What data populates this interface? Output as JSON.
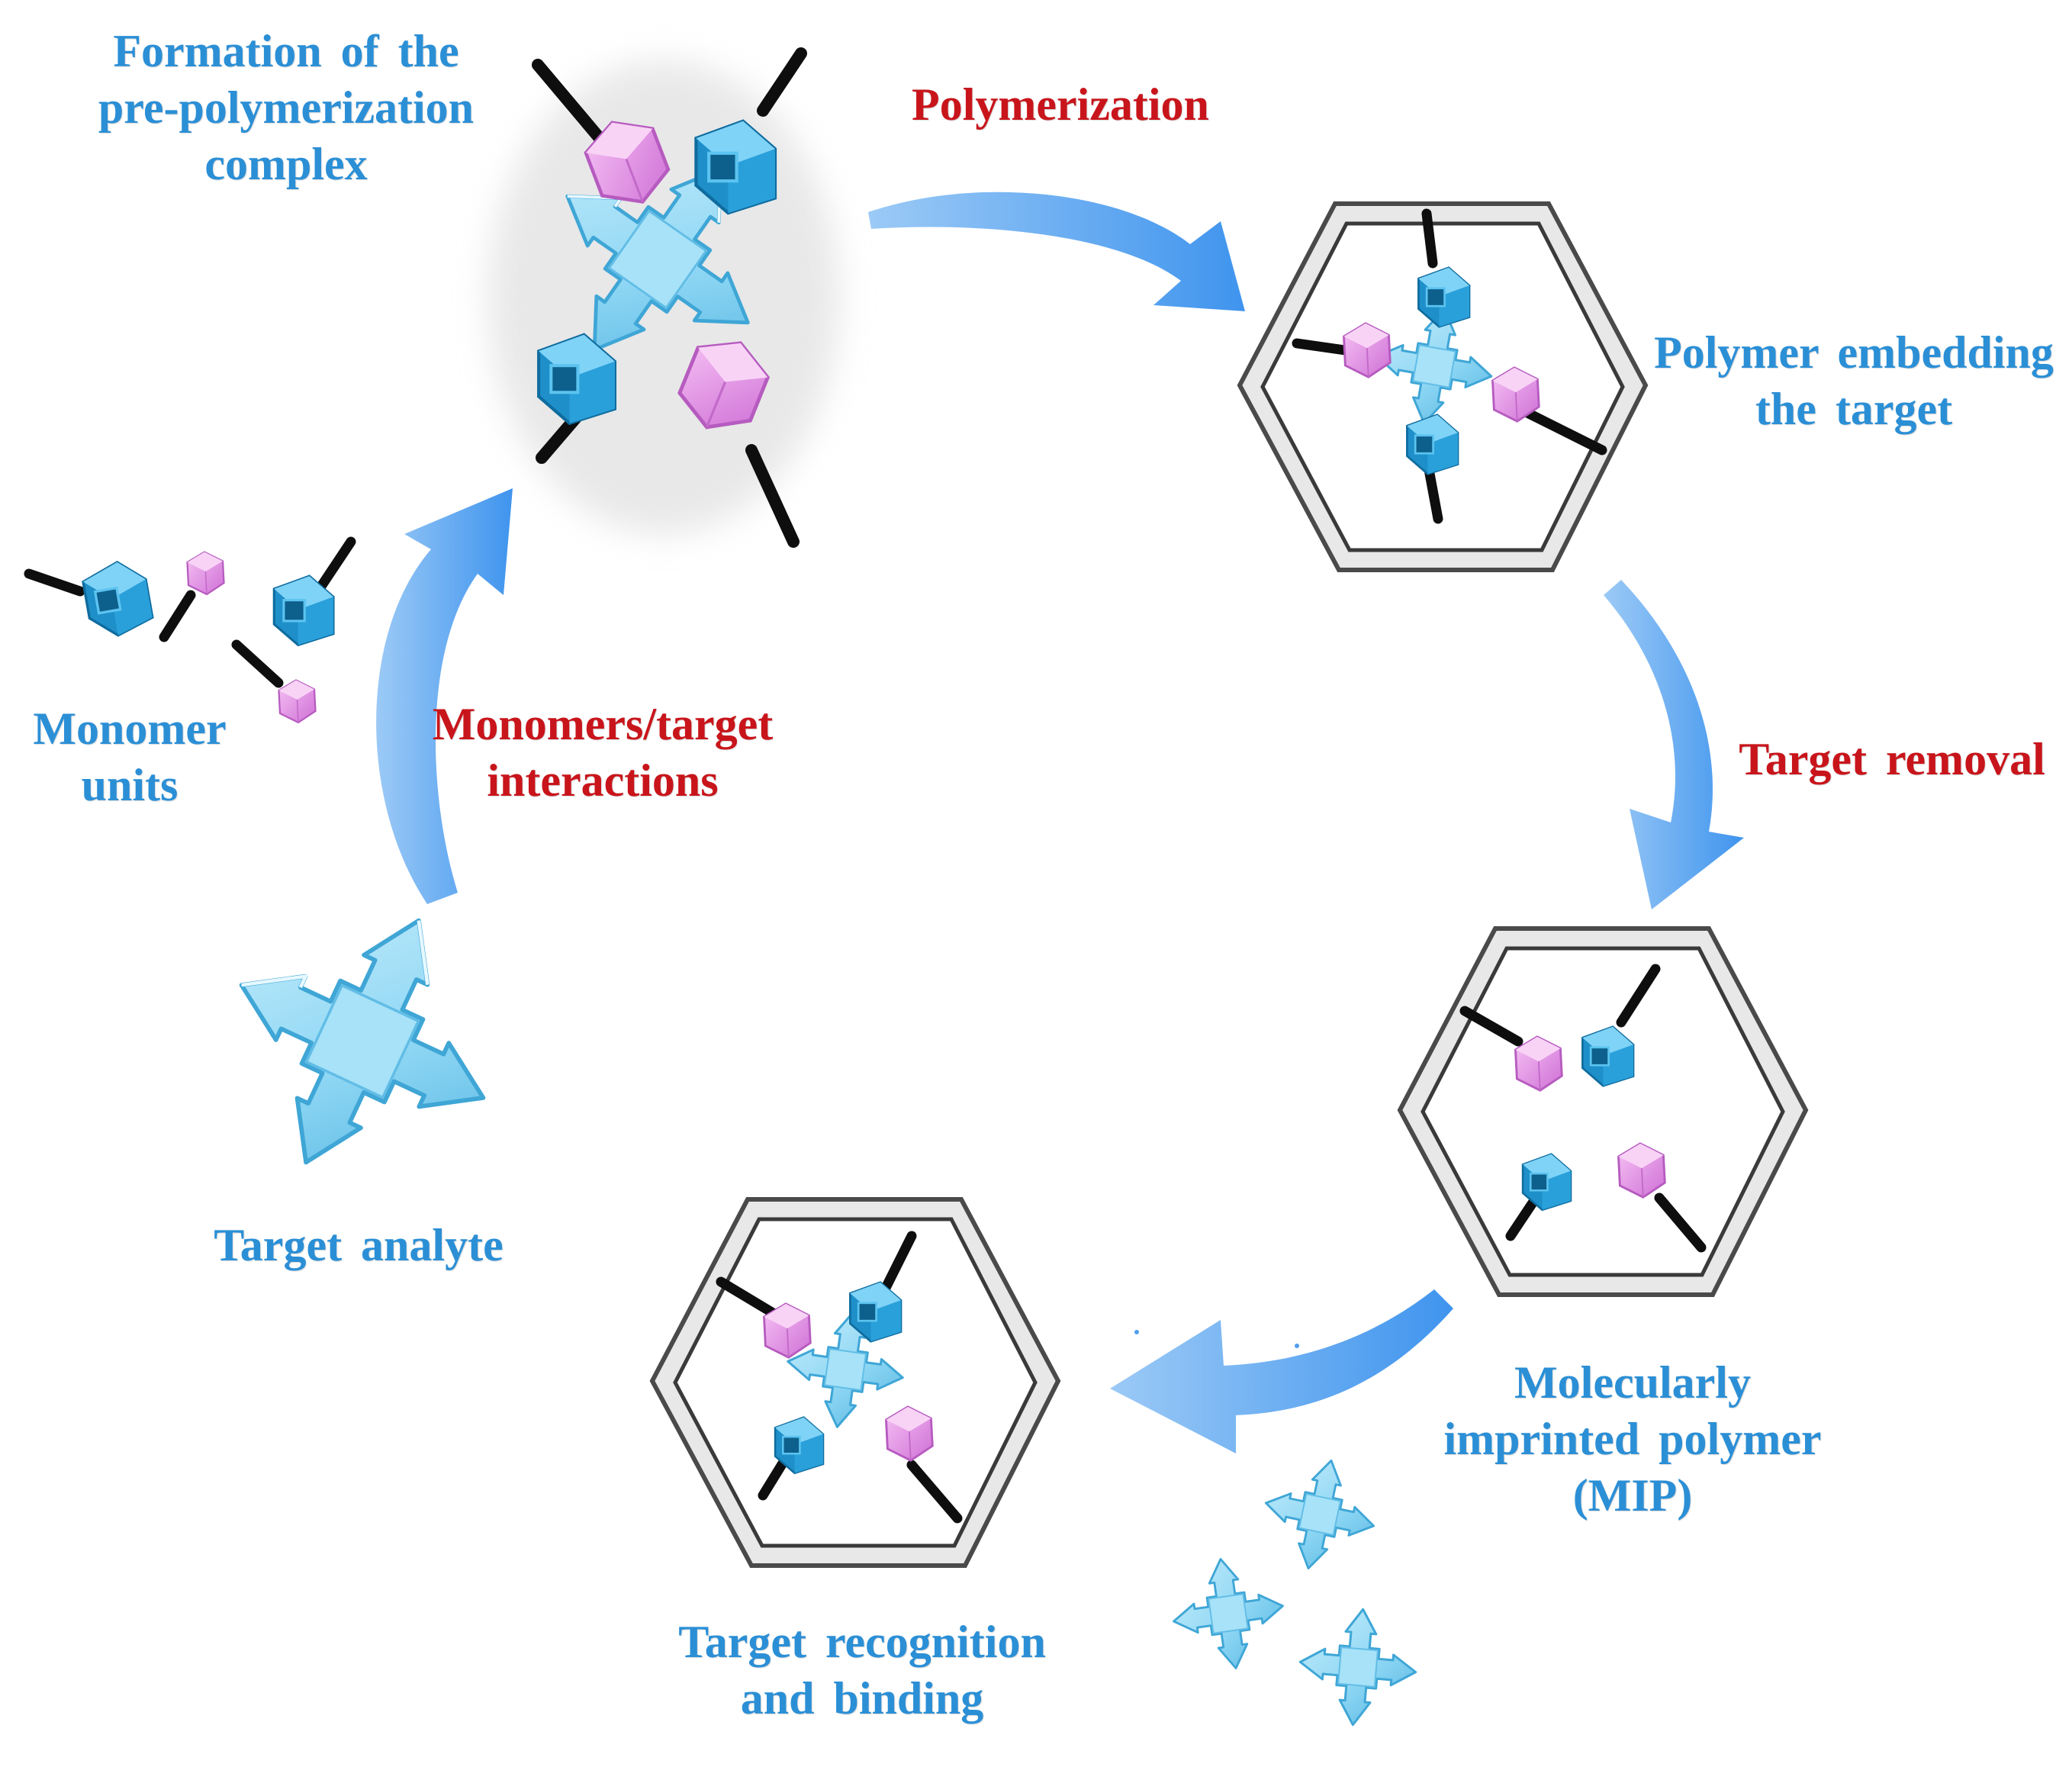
{
  "colors": {
    "label_blue": "#2b8fd6",
    "label_red": "#c8151b",
    "arrow_blue": "#4f9eef",
    "target_fill": "#8fd7f4",
    "target_edge": "#3fa6d6",
    "monomer_blue": "#36a9df",
    "monomer_pink": "#e394e6",
    "polymer_frame": "#4a4a4a",
    "linker": "#111111"
  },
  "steps": {
    "pre_complex": [
      "Formation of the",
      "pre-polymerization",
      "complex"
    ],
    "polymerization": "Polymerization",
    "polymer_embedding": [
      "Polymer embedding",
      "the target"
    ],
    "target_removal": "Target removal",
    "mip": [
      "Molecularly",
      "imprinted polymer",
      "(MIP)"
    ],
    "recognition": [
      "Target recognition",
      "and binding"
    ],
    "target_analyte": "Target analyte",
    "monomer_units": [
      "Monomer",
      "units"
    ],
    "monomer_target_interactions": [
      "Monomers/target",
      "interactions"
    ]
  },
  "icons": {
    "cycle_arrows": "curved-arrow-icon",
    "target": "cross-shaped-molecule-icon",
    "monomer_blue": "cube-monomer-icon",
    "monomer_pink": "hexagonal-prism-monomer-icon",
    "polymer": "hexagonal-polymer-matrix-icon"
  }
}
